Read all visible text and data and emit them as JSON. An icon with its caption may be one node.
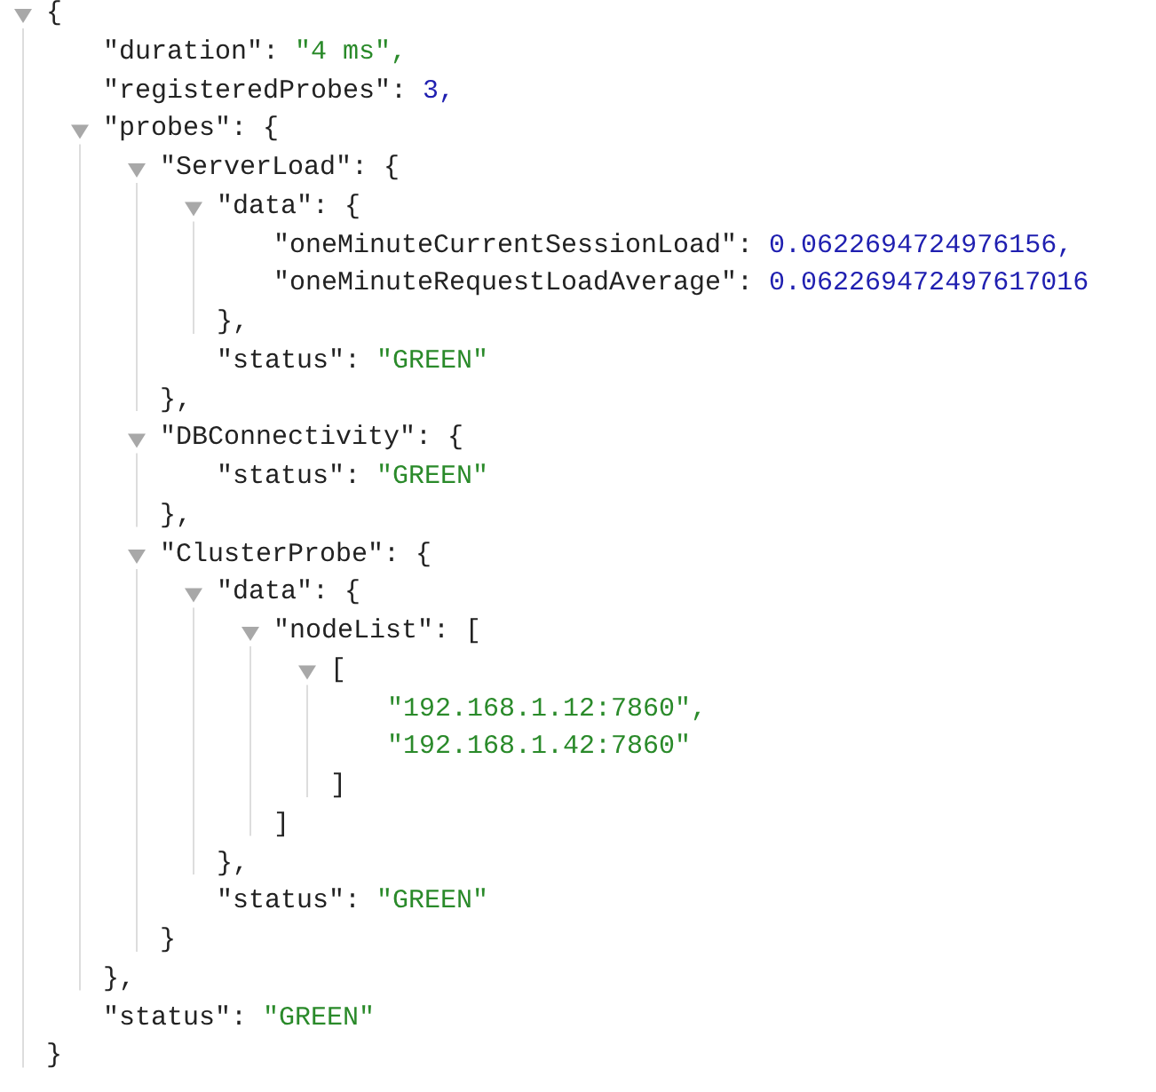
{
  "diagram": {
    "labels": [
      "{",
      "\"duration\":",
      "\"4 ms\",",
      "\"registeredProbes\":",
      "3,",
      "\"probes\": {",
      "\"ServerLoad\": {",
      "\"data\": {",
      "\"oneMinuteCurrentSessionLoad\":",
      "0.0622694724976156,",
      "\"oneMinuteRequestLoadAverage\":",
      "0.062269472497617016",
      "},",
      "\"status\":",
      "\"GREEN\"",
      "},",
      "\"DBConnectivity\": {",
      "\"status\":",
      "\"GREEN\"",
      "},",
      "\"ClusterProbe\": {",
      "\"data\": {",
      "\"nodeList\": [",
      "[",
      "\"192.168.1.12:7860\",",
      "\"192.168.1.42:7860\"",
      "]",
      "]",
      "},",
      "\"status\":",
      "\"GREEN\"",
      "}",
      "},",
      "\"status\":",
      "\"GREEN\"",
      "}"
    ]
  }
}
